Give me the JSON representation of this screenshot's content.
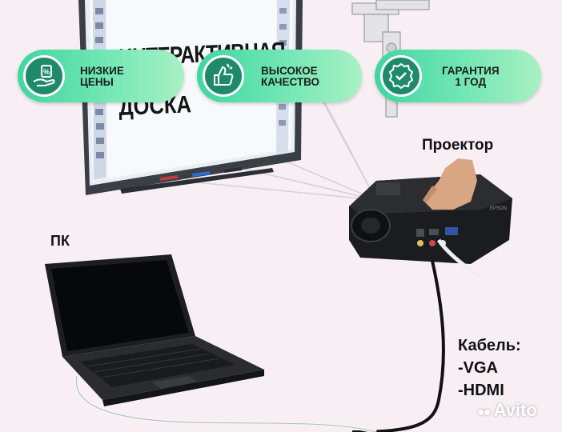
{
  "badges": [
    {
      "line1": "НИЗКИЕ",
      "line2": "ЦЕНЫ",
      "icon": "hand-percent-icon"
    },
    {
      "line1": "ВЫСОКОЕ",
      "line2": "КАЧЕСТВО",
      "icon": "thumbs-up-icon"
    },
    {
      "line1": "ГАРАНТИЯ",
      "line2": "1 ГОД",
      "icon": "shield-check-icon"
    }
  ],
  "board": {
    "title_line1": "ИНТЕРАКТИВНАЯ",
    "title_line2": "ДОСКА"
  },
  "labels": {
    "projector": "Проектор",
    "pc": "ПК",
    "cable_title": "Кабель:",
    "cable_vga": "-VGA",
    "cable_hdmi": "-HDMI"
  },
  "projector_brand": "EPSON",
  "watermark": "Avito",
  "colors": {
    "badge_start": "#3fd6a0",
    "badge_end": "#a9f0c4",
    "icon_circle": "#1f8a6a",
    "background": "#f8eff4"
  }
}
